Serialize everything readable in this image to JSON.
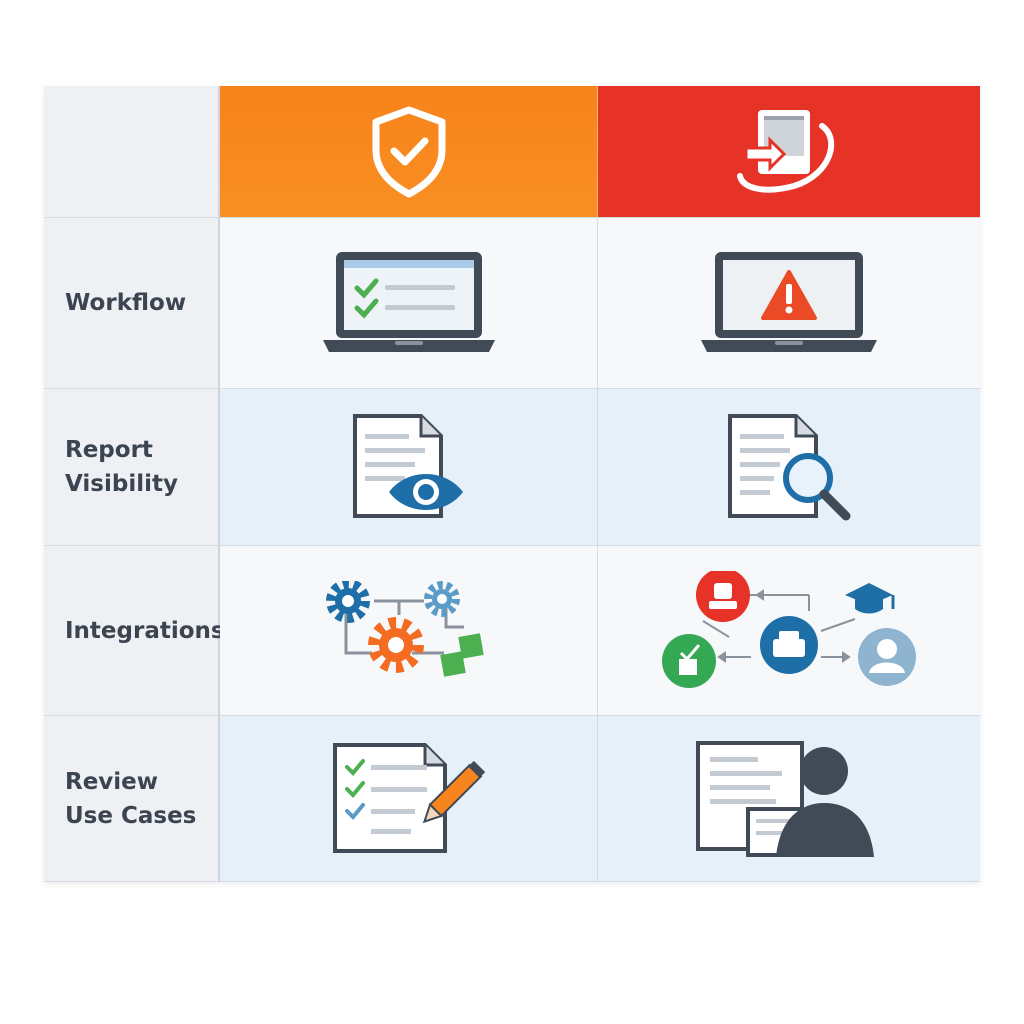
{
  "table": {
    "columns": [
      {
        "icon": "shield-check-icon",
        "color": "#F7841C"
      },
      {
        "icon": "document-refresh-icon",
        "color": "#E63227"
      }
    ],
    "rows": [
      {
        "label": "Workflow",
        "icons": [
          "laptop-checklist-icon",
          "laptop-warning-icon"
        ]
      },
      {
        "label": "Report\nVisibility",
        "icons": [
          "document-eye-icon",
          "document-magnifier-icon"
        ]
      },
      {
        "label": "Integrations",
        "icons": [
          "gears-network-icon",
          "user-network-icon"
        ]
      },
      {
        "label": "Review\nUse Cases",
        "icons": [
          "checklist-pencil-icon",
          "document-user-icon"
        ]
      }
    ]
  },
  "colors": {
    "green": "#4CAF50",
    "blue": "#1E6FA8",
    "orange": "#F36C21",
    "red": "#E63227",
    "slate": "#414B57"
  }
}
